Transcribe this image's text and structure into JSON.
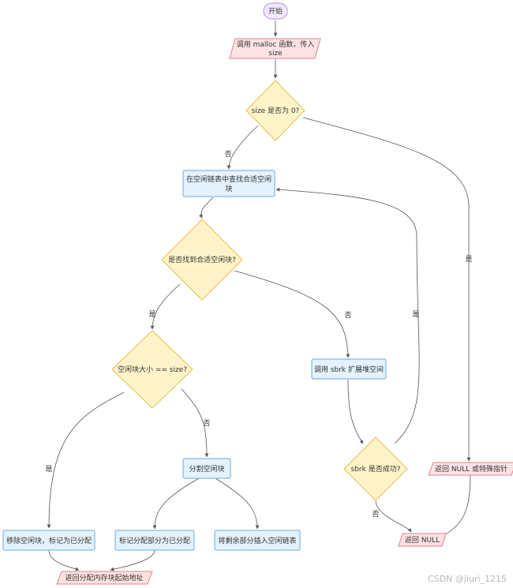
{
  "nodes": {
    "start": "开始",
    "call_malloc_line1": "调用 malloc 函数，传入",
    "call_malloc_line2": "size",
    "size_zero": "size 是否为 0?",
    "search_line1": "在空闲链表中查找合适空闲",
    "search_line2": "块",
    "found": "是否找到合适空闲块?",
    "block_equal": "空闲块大小 == size?",
    "call_sbrk": "调用 sbrk 扩展堆空间",
    "split": "分割空闲块",
    "sbrk_success": "sbrk 是否成功?",
    "return_special": "返回 NULL 或特殊指针",
    "remove_block": "移除空闲块，标记为已分配",
    "mark_alloc": "标记分配部分为已分配",
    "insert_rest": "将剩余部分插入空闲链表",
    "return_null": "返回 NULL",
    "return_addr": "返回分配内存块起始地址"
  },
  "edge_labels": {
    "size_no": "否",
    "size_yes": "是",
    "found_yes": "是",
    "found_no": "否",
    "equal_yes": "是",
    "equal_no": "否",
    "sbrk_yes": "是",
    "sbrk_no": "否"
  },
  "watermark": "CSDN @jiuri_1215",
  "colors": {
    "start_fill": "#f3e9ff",
    "start_stroke": "#b48be0",
    "io_fill": "#fde2e4",
    "io_stroke": "#e0828c",
    "decision_fill": "#fff4c9",
    "decision_stroke": "#e6bf4f",
    "process_fill": "#e3f2fd",
    "process_stroke": "#6aa9dd",
    "edge": "#555555"
  }
}
